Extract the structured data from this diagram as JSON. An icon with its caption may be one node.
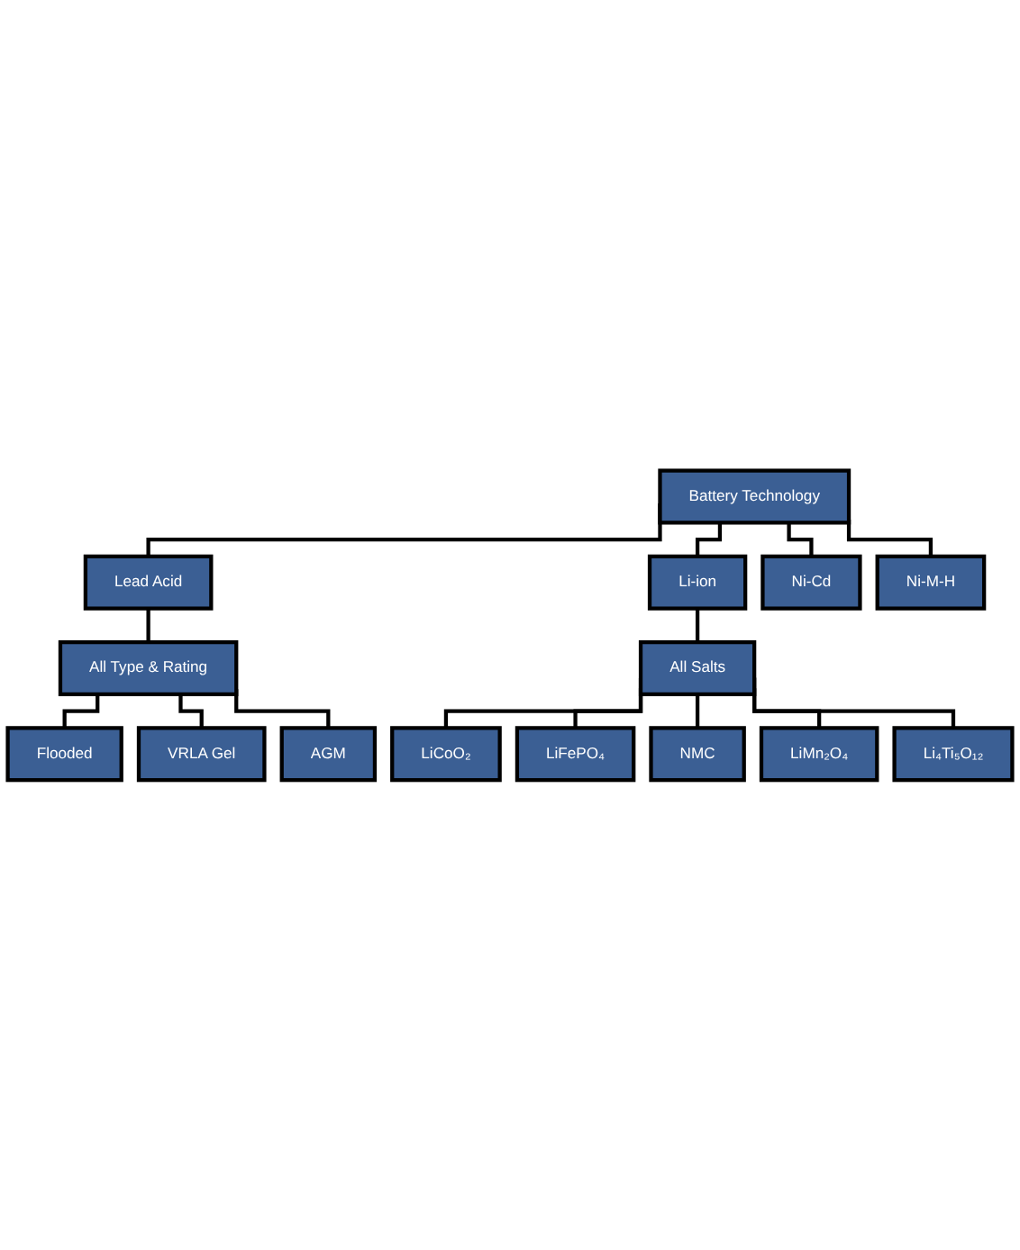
{
  "diagram": {
    "nodes": [
      {
        "text": [
          "Battery Technology"
        ]
      },
      {
        "text": [
          "Lead Acid"
        ]
      },
      {
        "text": [
          "Li-ion"
        ]
      },
      {
        "text": [
          "Ni-Cd"
        ]
      },
      {
        "text": [
          "Ni-M-H"
        ]
      },
      {
        "text": [
          "All Type & Rating"
        ]
      },
      {
        "text": [
          "All Salts"
        ]
      },
      {
        "text": [
          "Flooded"
        ]
      },
      {
        "text": [
          "VRLA Gel"
        ]
      },
      {
        "text": [
          "AGM"
        ]
      },
      {
        "text": [
          "LiCoO₂"
        ]
      },
      {
        "text": [
          "LiFePO₄"
        ]
      },
      {
        "text": [
          "NMC"
        ]
      },
      {
        "text": [
          "LiMn₂O₄"
        ]
      },
      {
        "text": [
          "Li₄Ti₅O₁₂"
        ]
      }
    ],
    "edges": [
      {
        "from": 0,
        "to": 1,
        "arrow": "none"
      },
      {
        "from": 0,
        "to": 2,
        "arrow": "none"
      },
      {
        "from": 0,
        "to": 3,
        "arrow": "none"
      },
      {
        "from": 0,
        "to": 4,
        "arrow": "none"
      },
      {
        "from": 1,
        "to": 5,
        "arrow": "none"
      },
      {
        "from": 2,
        "to": 6,
        "arrow": "none"
      },
      {
        "from": 5,
        "to": 7,
        "arrow": "none"
      },
      {
        "from": 5,
        "to": 8,
        "arrow": "none"
      },
      {
        "from": 5,
        "to": 9,
        "arrow": "none"
      },
      {
        "from": 6,
        "to": 10,
        "arrow": "none"
      },
      {
        "from": 6,
        "to": 11,
        "arrow": "none"
      },
      {
        "from": 6,
        "to": 12,
        "arrow": "none"
      },
      {
        "from": 6,
        "to": 13,
        "arrow": "none"
      },
      {
        "from": 6,
        "to": 14,
        "arrow": "none"
      }
    ]
  }
}
